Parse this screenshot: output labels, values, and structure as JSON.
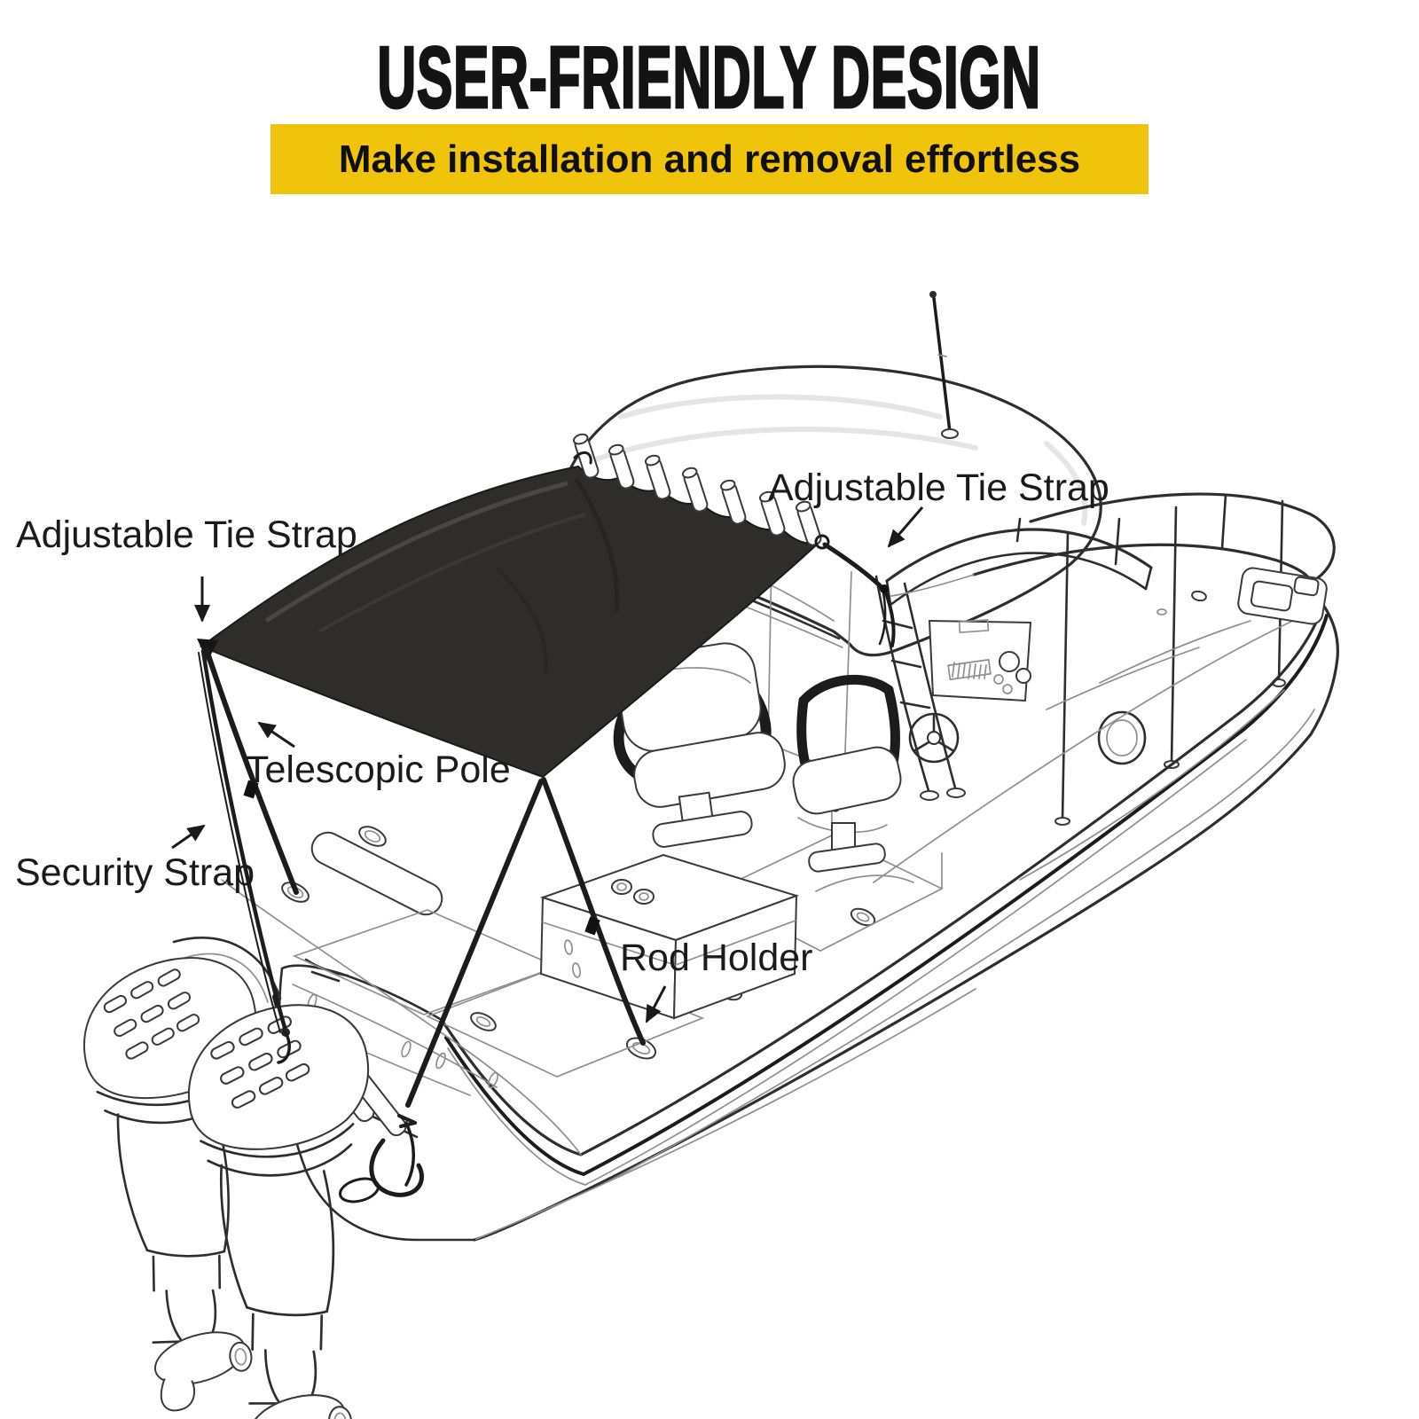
{
  "header": {
    "title": "USER-FRIENDLY DESIGN",
    "subtitle": "Make installation and removal effortless",
    "banner_color": "#F1C40C"
  },
  "labels": {
    "tie_strap_left": "Adjustable Tie Strap",
    "tie_strap_right": "Adjustable Tie Strap",
    "telescopic_pole": "Telescopic Pole",
    "security_strap": "Security Strap",
    "rod_holder": "Rod Holder"
  },
  "illustration": {
    "canopy_color": "#2E2D2B",
    "line_color": "#2E2E2E"
  }
}
